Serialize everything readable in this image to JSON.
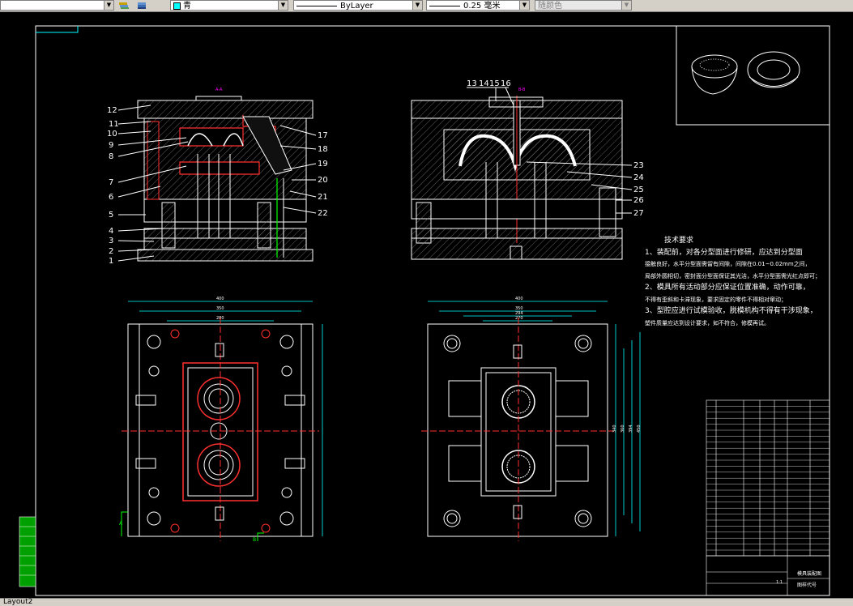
{
  "toolbar": {
    "layer_control_arrow": "▼",
    "color": {
      "label": "青",
      "swatch": "#00ffff"
    },
    "linetype": {
      "label": "ByLayer"
    },
    "lineweight": {
      "label": "0.25 毫米"
    },
    "plotstyle": {
      "label": "随颜色"
    },
    "dropdown_glyph": "▼"
  },
  "status": {
    "layout_tab": "Layout2"
  },
  "part_numbers_left": [
    "12",
    "11",
    "10",
    "9",
    "8",
    "7",
    "6",
    "5",
    "4",
    "3",
    "2",
    "1"
  ],
  "part_numbers_right_left_view": [
    "17",
    "18",
    "19",
    "20",
    "21",
    "22"
  ],
  "part_numbers_top_right_view": [
    "13",
    "14",
    "15",
    "16"
  ],
  "part_numbers_right_right_view": [
    "23",
    "24",
    "25",
    "26",
    "27"
  ],
  "dims_bottom_left": [
    "400",
    "350",
    "280"
  ],
  "dims_bottom_right": [
    "400",
    "350",
    "294",
    "270"
  ],
  "dims_vertical_right": [
    "340",
    "360",
    "394",
    "450"
  ],
  "section_marks": {
    "a": "A",
    "b": "B"
  },
  "tech_requirements": {
    "title": "技术要求",
    "lines": [
      "1、装配前，对各分型面进行修研，应达到分型面",
      "接触良好，水平分型面需留有间隙，间隙在0.01~0.02mm之间，",
      "局部外圆相切，密封面分型面保证其光洁，水平分型面需光红点即可；",
      "2、模具所有活动部分应保证位置准确，动作可靠，",
      "不得有歪斜和卡滞现象，要求固定的零件不得相对窜动；",
      "3、型腔应进行试模验收，脱模机构不得有干涉现象，",
      "塑件质量应达到设计要求，如不符合，修模再试。"
    ]
  },
  "title_block": {
    "product": "模具装配图",
    "drawing_no": "图样代号",
    "scale": "1:1"
  }
}
